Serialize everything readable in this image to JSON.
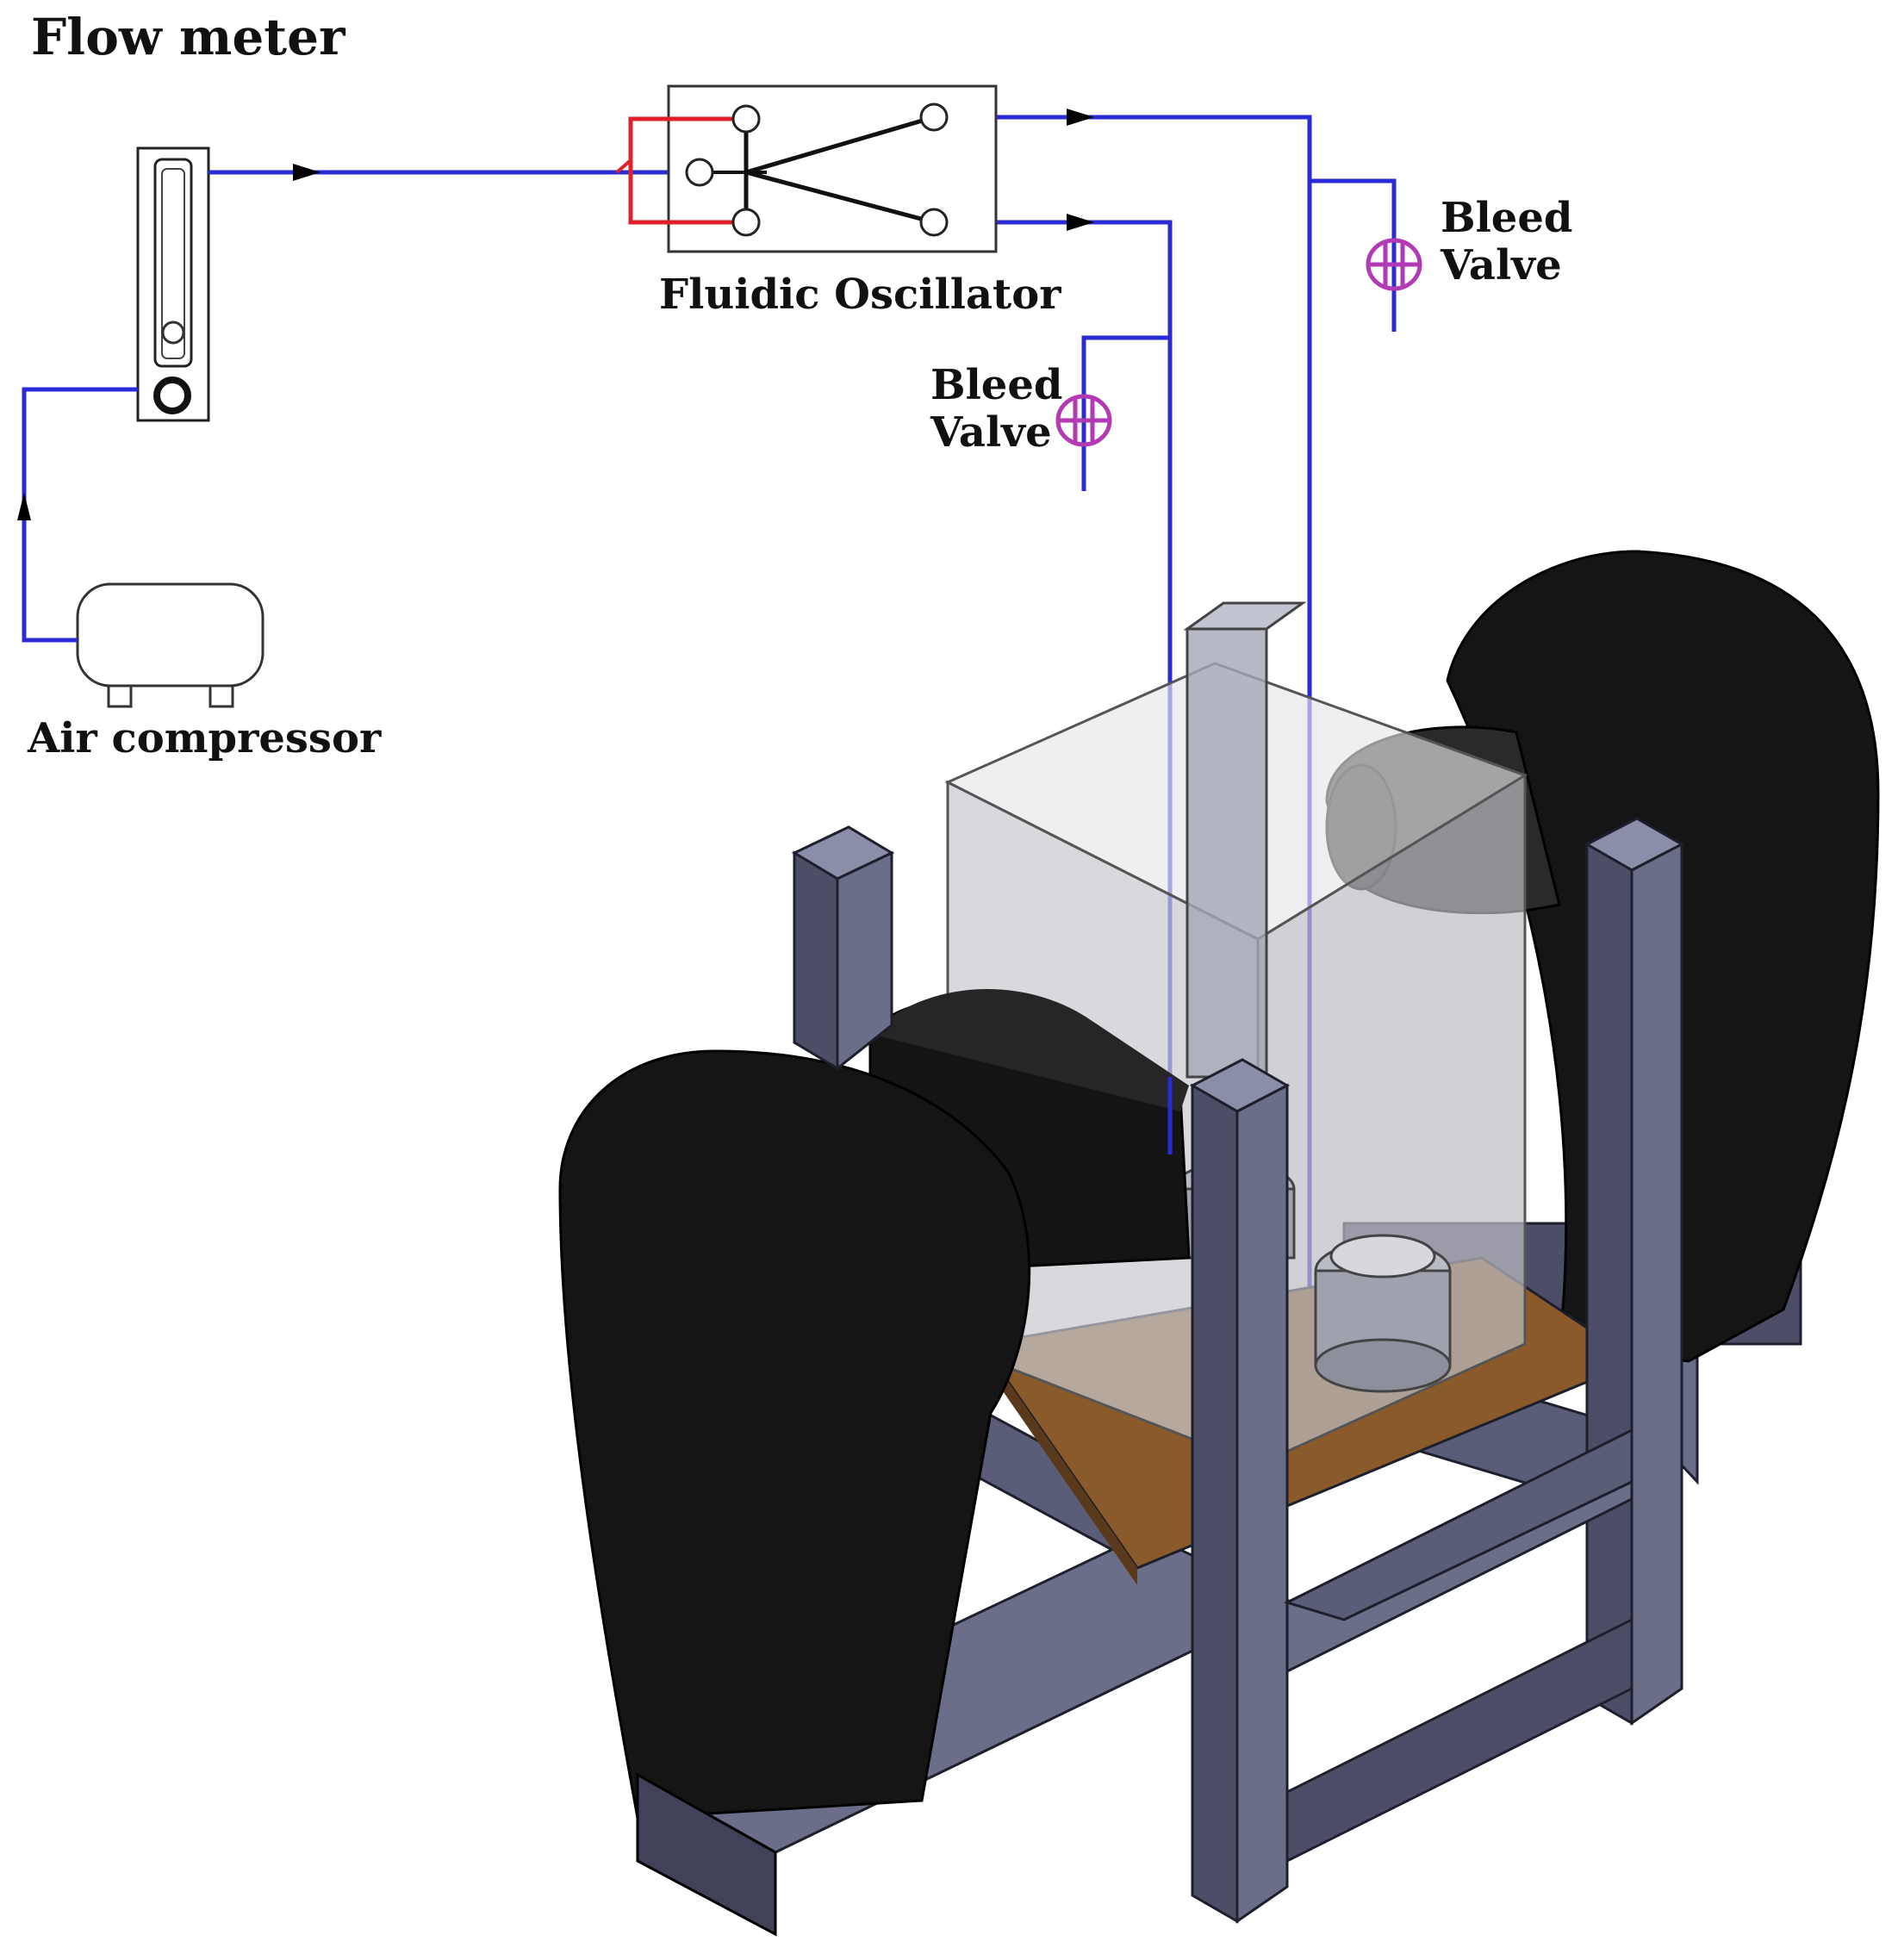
{
  "labels": {
    "flow_meter": "Flow meter",
    "fluidic_oscillator": "Fluidic Oscillator",
    "air_compressor": "Air compressor",
    "bleed_valve_right": {
      "line1": "Bleed",
      "line2": "Valve"
    },
    "bleed_valve_left": {
      "line1": "Bleed",
      "line2": "Valve"
    }
  },
  "colors": {
    "air_line": "#2b2bd6",
    "feedback_loop": "#e0202a",
    "bleed_valve": "#b23ab5",
    "frame": "#4b4e66",
    "frame_light": "#6a6e88",
    "speaker": "#141414",
    "tank_glass": "#cfcfd3",
    "base_plate": "#8a5a2b"
  },
  "icons": [
    "flow-meter-icon",
    "air-compressor-icon",
    "fluidic-oscillator-icon",
    "bleed-valve-icon",
    "speaker-icon",
    "glass-tank-icon",
    "support-frame-icon"
  ]
}
